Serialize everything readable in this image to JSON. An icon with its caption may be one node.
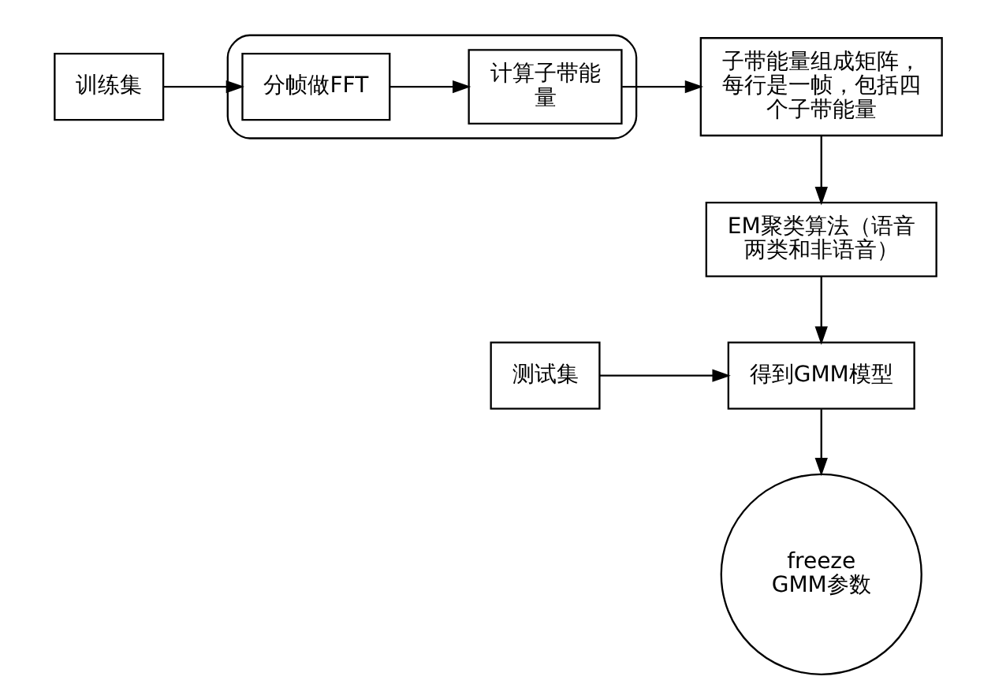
{
  "diagram": {
    "nodes": [
      {
        "text": [
          "训练集"
        ]
      },
      {
        "text": [],
        "shape": "ellipse"
      },
      {
        "text": [
          "分帧做FFT"
        ],
        "in": 1
      },
      {
        "text": [
          "计算子带能量"
        ],
        "in": 1
      },
      {
        "text": [
          "子带能量组成矩阵，每行是一帧，包括四个子带能量"
        ]
      },
      {
        "text": [
          "EM聚类算法（语音两类和非语音）"
        ]
      },
      {
        "text": [
          "测试集"
        ]
      },
      {
        "text": [
          "得到GMM模型"
        ]
      },
      {
        "text": [
          "freeze GMM参数"
        ]
      }
    ],
    "edges": [
      {
        "from": 0,
        "to": 2,
        "arrow": "to"
      },
      {
        "from": 2,
        "to": 3,
        "arrow": "to"
      },
      {
        "from": 3,
        "to": 4,
        "arrow": "to"
      },
      {
        "from": 4,
        "to": 5,
        "arrow": "to"
      },
      {
        "from": 5,
        "to": 7,
        "arrow": "to"
      },
      {
        "from": 6,
        "to": 7,
        "arrow": "to"
      },
      {
        "from": 7,
        "to": 8,
        "arrow": "to"
      }
    ]
  }
}
